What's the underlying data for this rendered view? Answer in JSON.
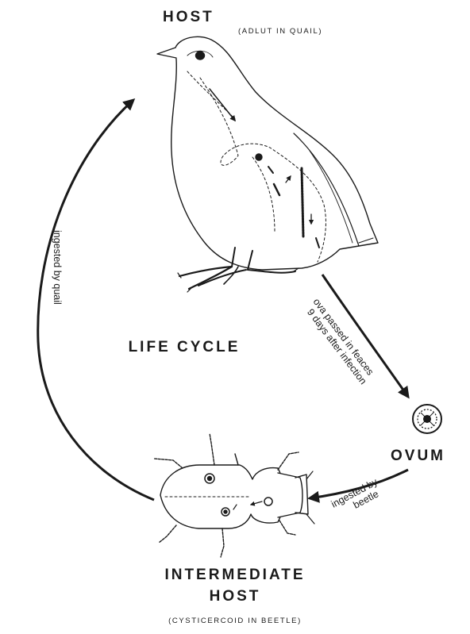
{
  "host": {
    "title": "HOST",
    "subtitle": "(ADLUT IN QUAIL)"
  },
  "center_label": "LIFE CYCLE",
  "arrow_labels": {
    "quail_to_ovum_line1": "ova passed in feaces",
    "quail_to_ovum_line2": "9 days after infection",
    "ovum_to_beetle_line1": "ingested by",
    "ovum_to_beetle_line2": "beetle",
    "beetle_to_quail": "ingested by quail"
  },
  "ovum_label": "OVUM",
  "intermediate_host": {
    "title_line1": "INTERMEDIATE",
    "title_line2": "HOST",
    "subtitle": "(CYSTICERCOID IN BEETLE)"
  },
  "colors": {
    "ink": "#1a1a1a",
    "paper": "#ffffff"
  },
  "icons": {
    "host": "quail-illustration",
    "ovum": "ovum-illustration",
    "intermediate_host": "beetle-illustration"
  }
}
